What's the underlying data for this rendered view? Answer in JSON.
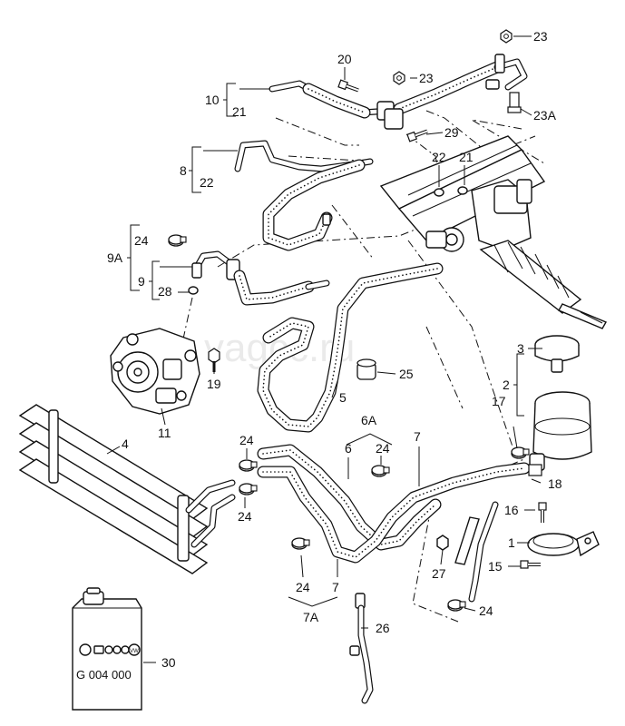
{
  "watermark": "vagcc.ru",
  "fluid_can": {
    "logo": "VW",
    "part_number": "G 004 000"
  },
  "labels": {
    "l1": "1",
    "l2": "2",
    "l3": "3",
    "l4": "4",
    "l5": "5",
    "l6": "6",
    "l6a": "6A",
    "l7a_top": "7",
    "l7b": "7",
    "l7a": "7A",
    "l8": "8",
    "l9": "9",
    "l9a": "9A",
    "l10": "10",
    "l11": "11",
    "l15": "15",
    "l16": "16",
    "l17": "17",
    "l18": "18",
    "l19": "19",
    "l20": "20",
    "l21a": "21",
    "l21b": "21",
    "l22a": "22",
    "l22b": "22",
    "l23a": "23",
    "l23b": "23",
    "l23c": "23A",
    "l24a": "24",
    "l24b": "24",
    "l24c": "24",
    "l24d": "24",
    "l24e": "24",
    "l24f": "24",
    "l25": "25",
    "l26": "26",
    "l27": "27",
    "l28": "28",
    "l29": "29",
    "l30": "30"
  }
}
